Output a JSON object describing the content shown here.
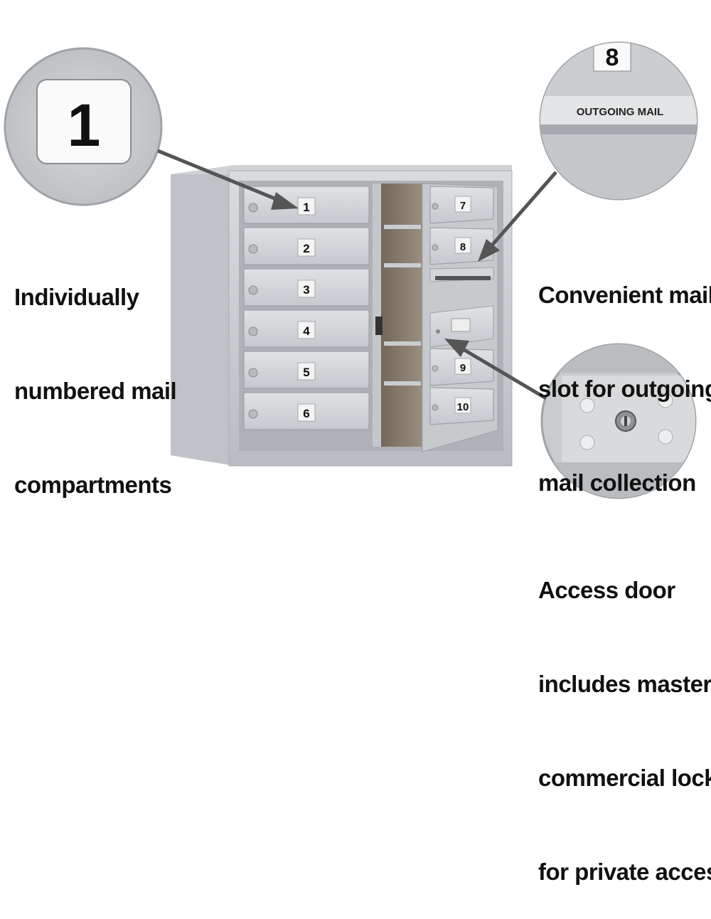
{
  "callouts": {
    "numbered": {
      "lines": [
        "Individually",
        "numbered mail",
        "compartments"
      ],
      "zoom_label": "1"
    },
    "outgoing": {
      "lines": [
        "Convenient mail",
        "slot for outgoing",
        "mail collection"
      ],
      "zoom_number": "8",
      "zoom_label": "OUTGOING MAIL"
    },
    "access": {
      "lines": [
        "Access door",
        "includes master",
        "commercial lock",
        "for private access"
      ]
    }
  },
  "mailbox": {
    "left_doors": [
      "1",
      "2",
      "3",
      "4",
      "5",
      "6"
    ],
    "right_doors": [
      "7",
      "8",
      "9",
      "10"
    ]
  }
}
